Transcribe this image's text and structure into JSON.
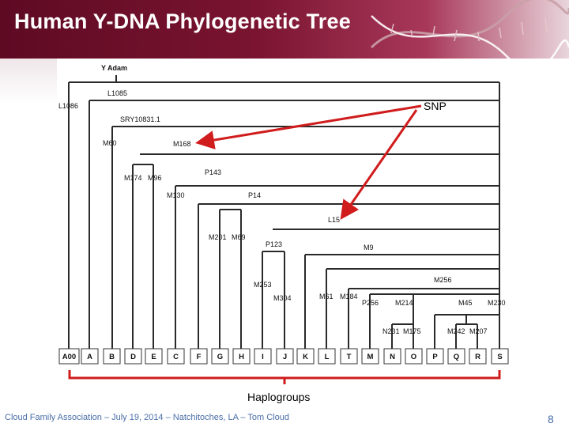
{
  "slide": {
    "title": "Human Y-DNA Phylogenetic Tree",
    "snp_label": "SNP",
    "haplogroups_label": "Haplogroups",
    "footer": "Cloud Family Association – July 19, 2014 – Natchitoches, LA – Tom Cloud",
    "page_number": "8"
  },
  "colors": {
    "header": "#6b0f2a",
    "arrow": "#d01c1c",
    "bracket": "#d01c1c",
    "footer_text": "#4a6ea8"
  },
  "tree": {
    "root": "Y Adam",
    "snp_labels": [
      "L1085",
      "L1086",
      "SRY10831.1",
      "M60",
      "M168",
      "M174",
      "M96",
      "P143",
      "M130",
      "P14",
      "L15",
      "M201",
      "M69",
      "P123",
      "M9",
      "M253",
      "M304",
      "M61",
      "M184",
      "M256",
      "P256",
      "M214",
      "M45",
      "M230",
      "N231",
      "M175",
      "M242",
      "M207"
    ],
    "haplogroups": [
      "A00",
      "A",
      "B",
      "D",
      "E",
      "C",
      "F",
      "G",
      "H",
      "I",
      "J",
      "K",
      "L",
      "T",
      "M",
      "N",
      "O",
      "P",
      "Q",
      "R",
      "S"
    ]
  }
}
